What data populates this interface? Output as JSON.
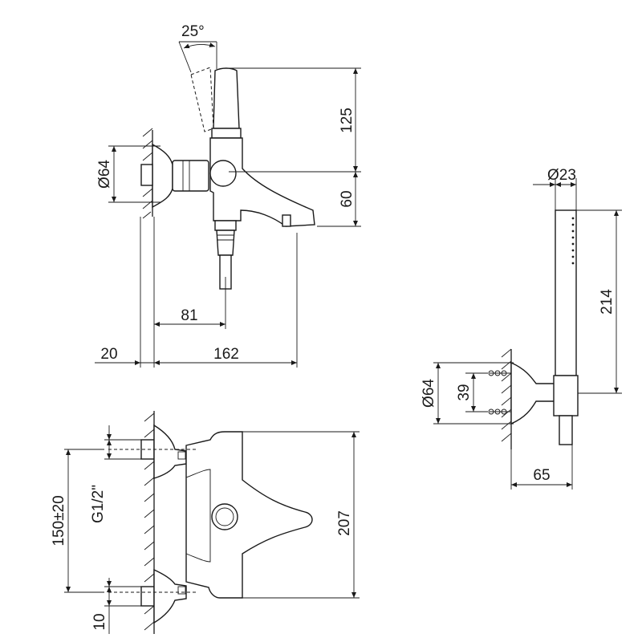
{
  "labels": {
    "angle": "25°",
    "d125": "125",
    "d60": "60",
    "phi64_top": "Ø64",
    "d81": "81",
    "d20": "20",
    "d162": "162",
    "phi23": "Ø23",
    "d214": "214",
    "phi64_right": "Ø64",
    "d39": "39",
    "d65": "65",
    "d150": "150±20",
    "g12": "G1/2\"",
    "d207": "207",
    "d10": "10"
  }
}
